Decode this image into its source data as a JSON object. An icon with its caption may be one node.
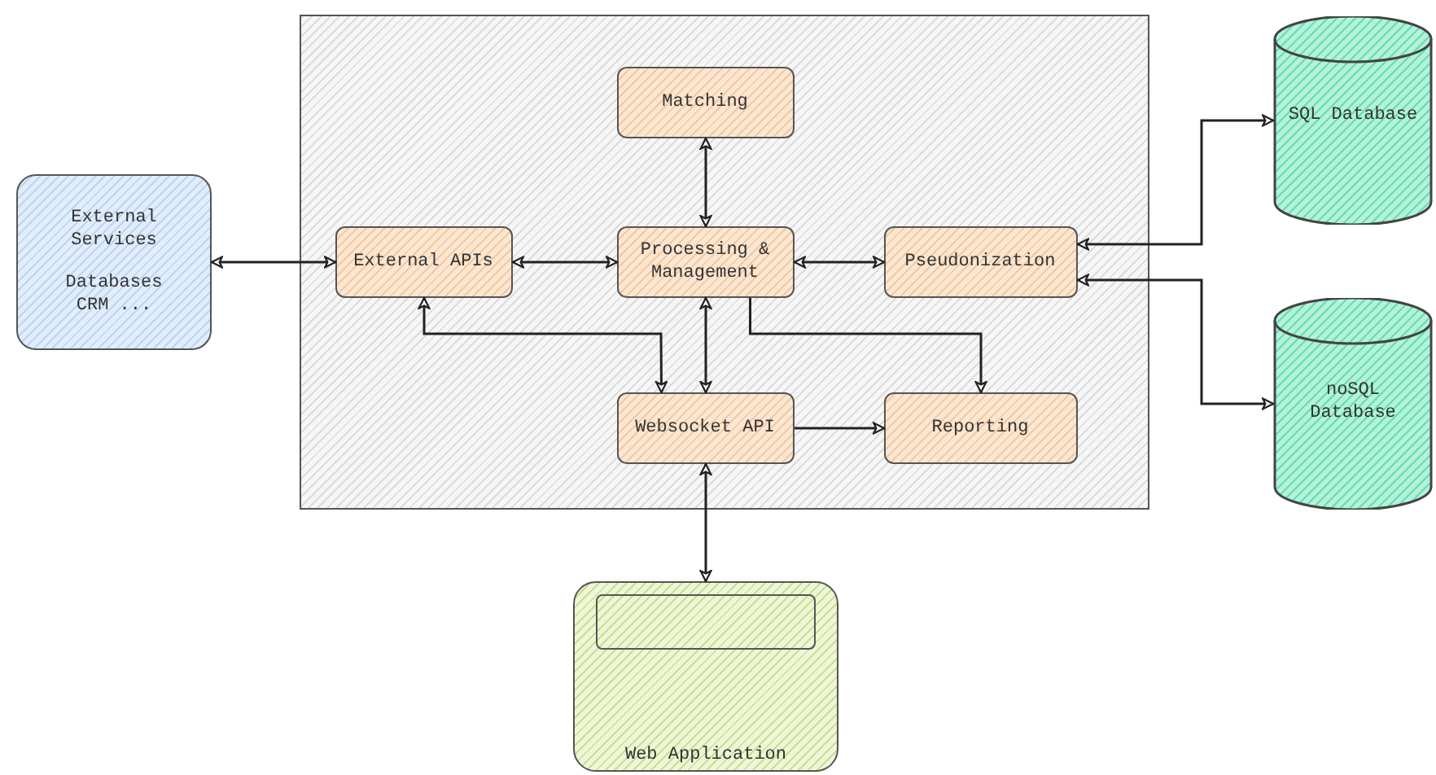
{
  "diagram": {
    "nodes": [
      {
        "text": [],
        "shape": "box"
      },
      {
        "text": [
          "Matching"
        ],
        "in": 0
      },
      {
        "text": [
          "External Services",
          "Databases CRM ..."
        ]
      },
      {
        "text": [
          "External APIs"
        ],
        "in": 0
      },
      {
        "text": [
          "Processing & Management"
        ],
        "in": 0
      },
      {
        "text": [
          "Pseudonization"
        ],
        "in": 0
      },
      {
        "text": [
          "SQL Database"
        ]
      },
      {
        "text": [
          "Websocket API"
        ],
        "in": 0
      },
      {
        "text": [
          "Reporting"
        ],
        "in": 0
      },
      {
        "text": [
          "noSQL Database"
        ]
      },
      {
        "text": [
          "Web Application"
        ]
      },
      {
        "text": [],
        "shape": "box",
        "in": 10
      }
    ],
    "edges": [
      {
        "from": 2,
        "to": 3,
        "arrow": "both"
      },
      {
        "from": 3,
        "to": 4,
        "arrow": "both"
      },
      {
        "from": 1,
        "to": 4,
        "arrow": "both"
      },
      {
        "from": 4,
        "to": 5,
        "arrow": "both"
      },
      {
        "from": 3,
        "to": 7,
        "arrow": "both"
      },
      {
        "from": 4,
        "to": 7,
        "arrow": "both"
      },
      {
        "from": 4,
        "to": 8,
        "arrow": "to"
      },
      {
        "from": 7,
        "to": 8,
        "arrow": "to"
      },
      {
        "from": 5,
        "to": 6,
        "arrow": "both"
      },
      {
        "from": 5,
        "to": 9,
        "arrow": "both"
      },
      {
        "from": 7,
        "to": 10,
        "arrow": "both"
      }
    ]
  }
}
